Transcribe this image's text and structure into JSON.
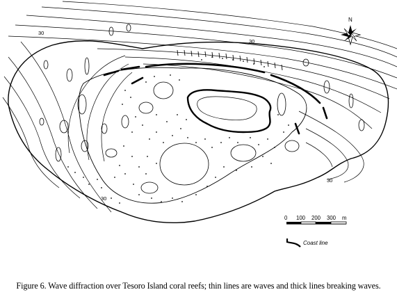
{
  "figure": {
    "caption": "Figure 6. Wave diffraction over Tesoro Island coral reefs; thin lines are waves and thick lines breaking waves.",
    "north_label": "N",
    "depth_labels": [
      "30",
      "30",
      "30",
      "30"
    ],
    "scale_bar": {
      "ticks": [
        "0",
        "100",
        "200",
        "300"
      ],
      "unit": "m"
    },
    "legend": {
      "coast_line_label": "Coast line"
    },
    "icons": [
      "compass-rose-icon",
      "coast-line-symbol-icon"
    ]
  }
}
